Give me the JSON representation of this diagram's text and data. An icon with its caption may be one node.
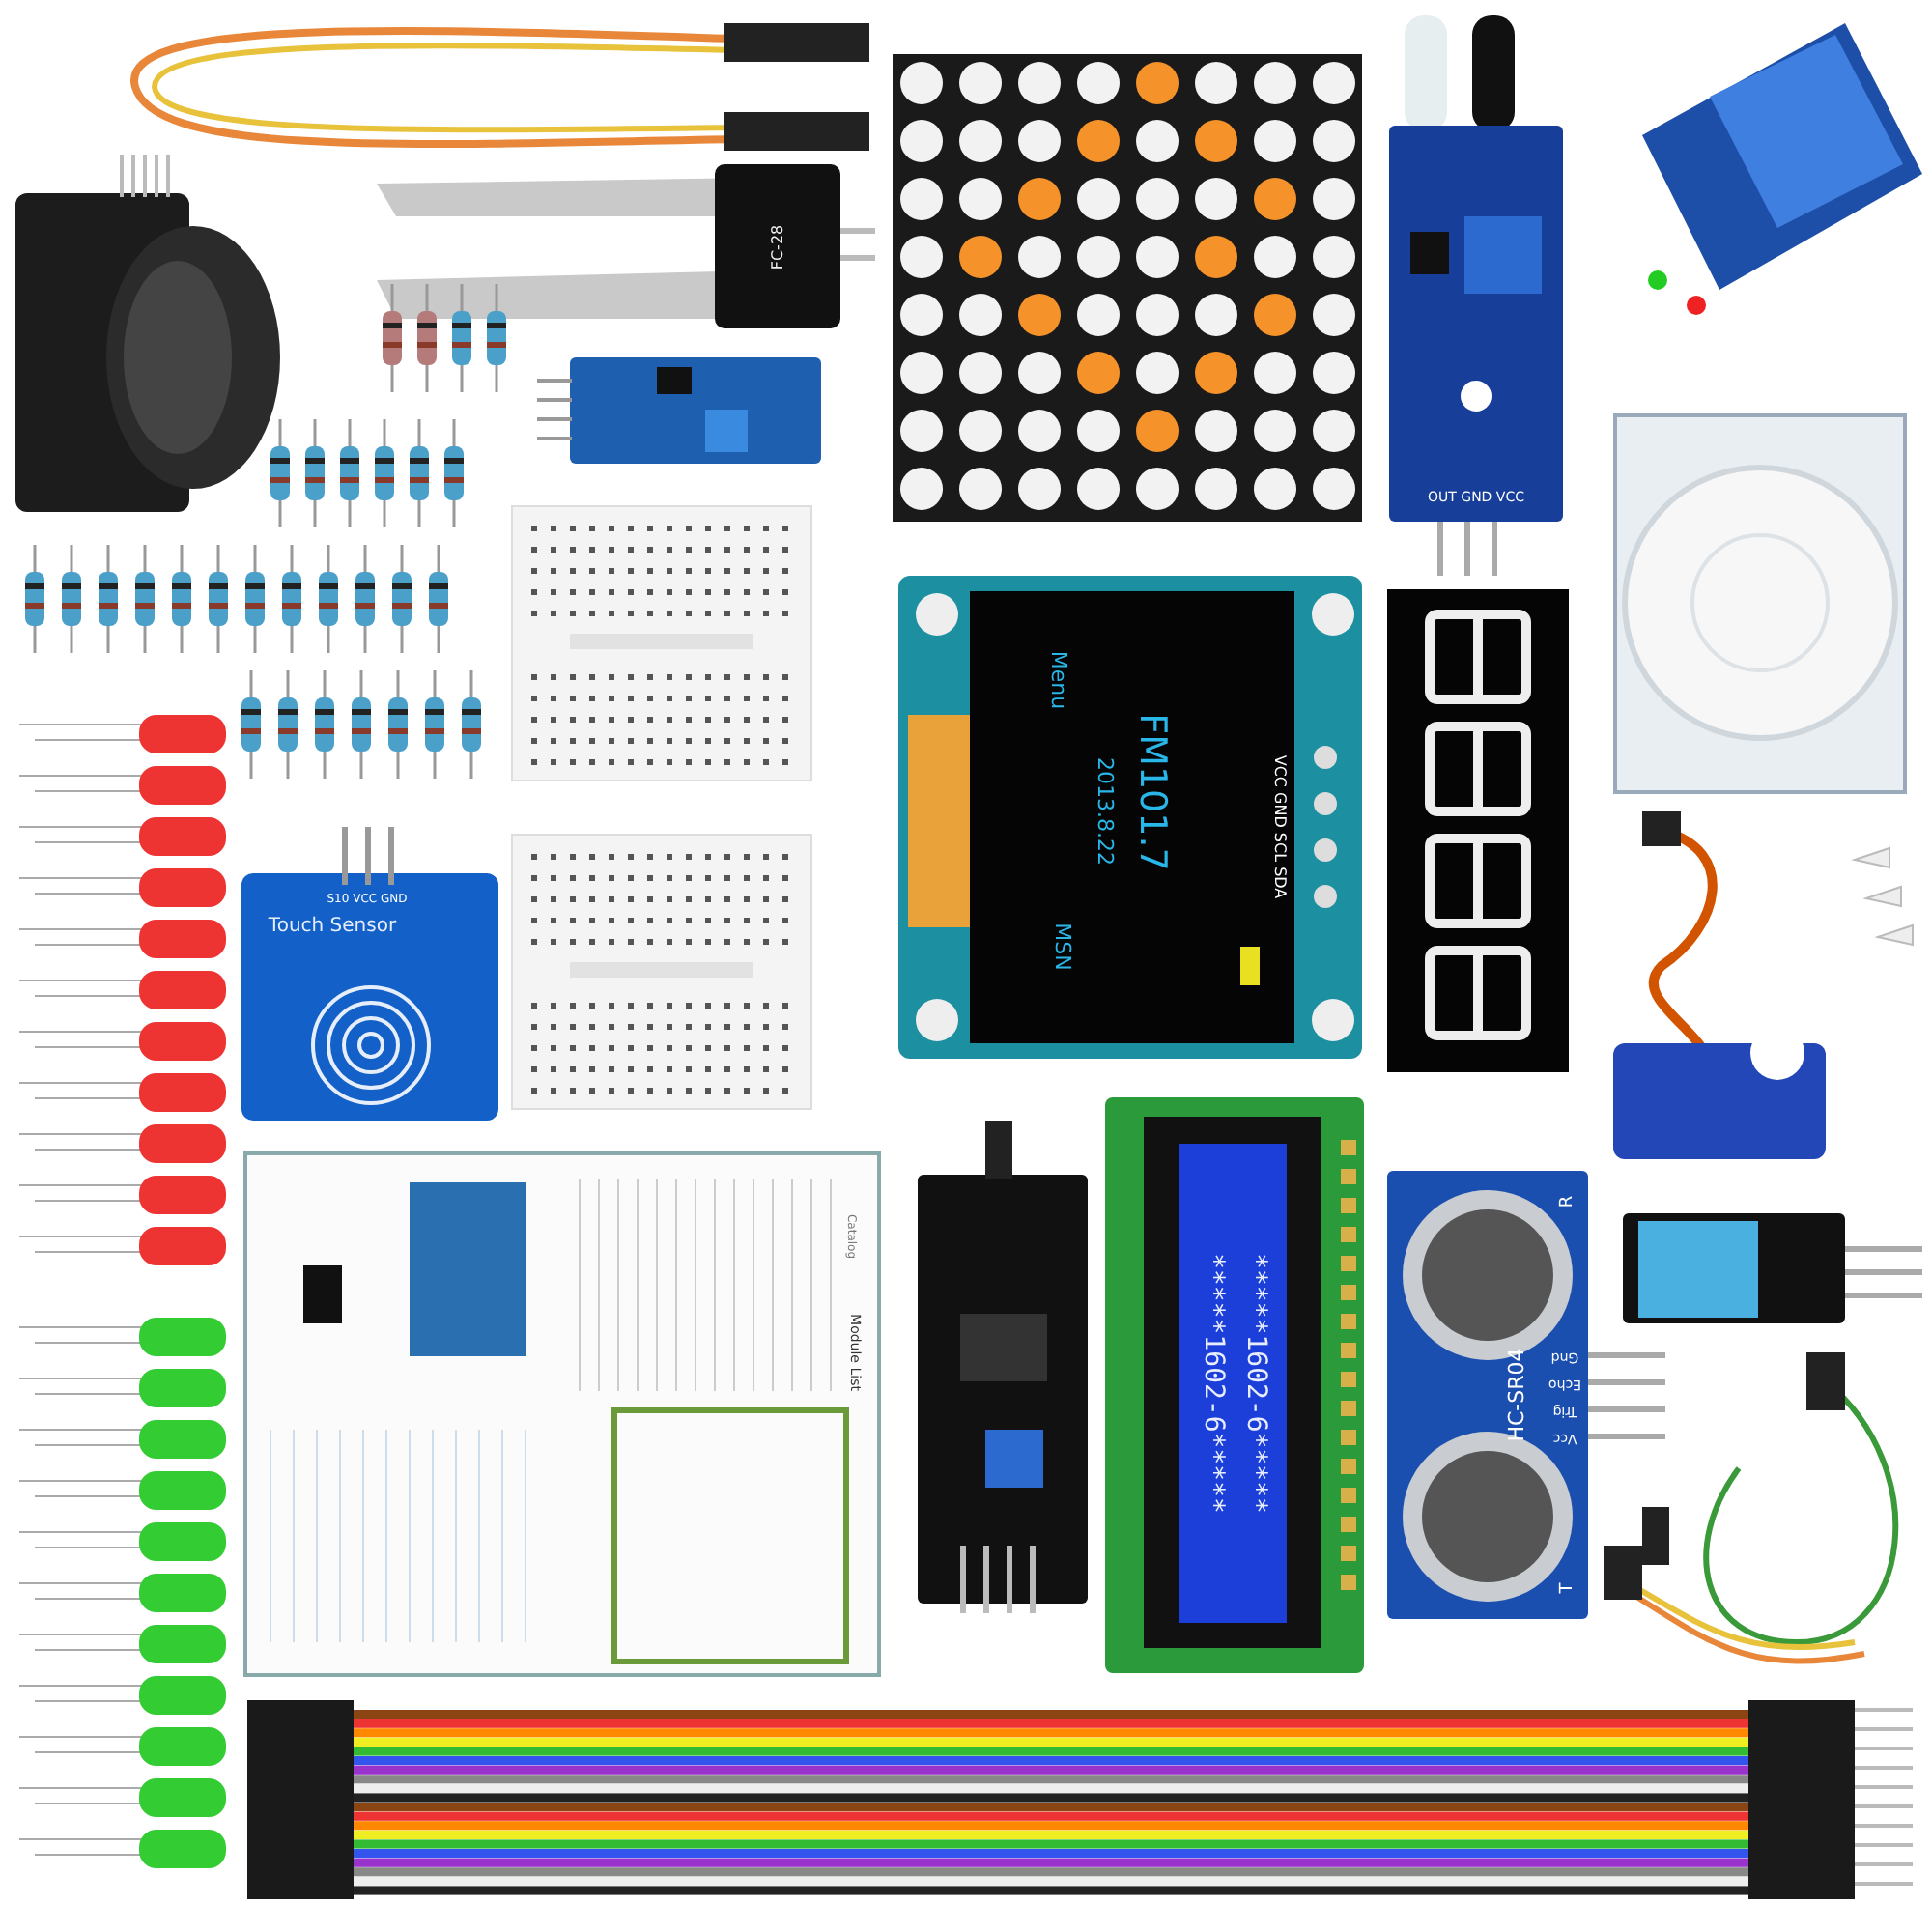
{
  "diagram": {
    "labels": [
      "FC-28",
      "OUT GND VCC",
      "Menu",
      "FM101.7",
      "2013.8.22",
      "MSN",
      "VCC GND SCL SDA",
      "S10 VCC GND",
      "Touch Sensor",
      "Catalog",
      "Module List",
      "*****1602-6*****",
      "*****1602-6*****",
      "HC-SR04",
      "R",
      "Gnd",
      "Echo",
      "Trig",
      "Vcc",
      "T"
    ]
  }
}
